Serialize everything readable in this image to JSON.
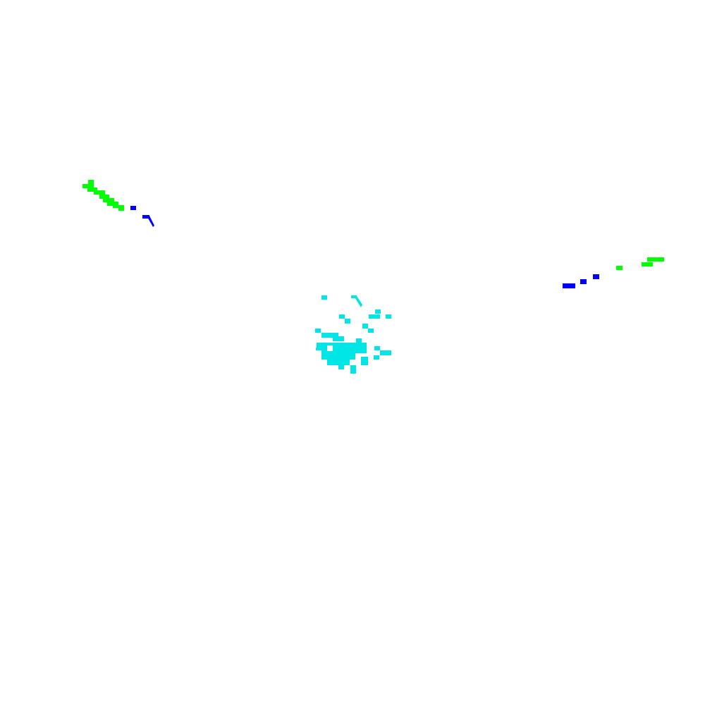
{
  "background": "#ffffff",
  "palette": {
    "green": "#00ff00",
    "blue": "#0000ff",
    "cyan": "#00e5e5"
  },
  "clusters": [
    {
      "id": "upper-left-streak",
      "colors": [
        "green",
        "blue"
      ]
    },
    {
      "id": "center-cloud",
      "colors": [
        "cyan"
      ]
    },
    {
      "id": "right-streak",
      "colors": [
        "blue",
        "green"
      ]
    }
  ]
}
